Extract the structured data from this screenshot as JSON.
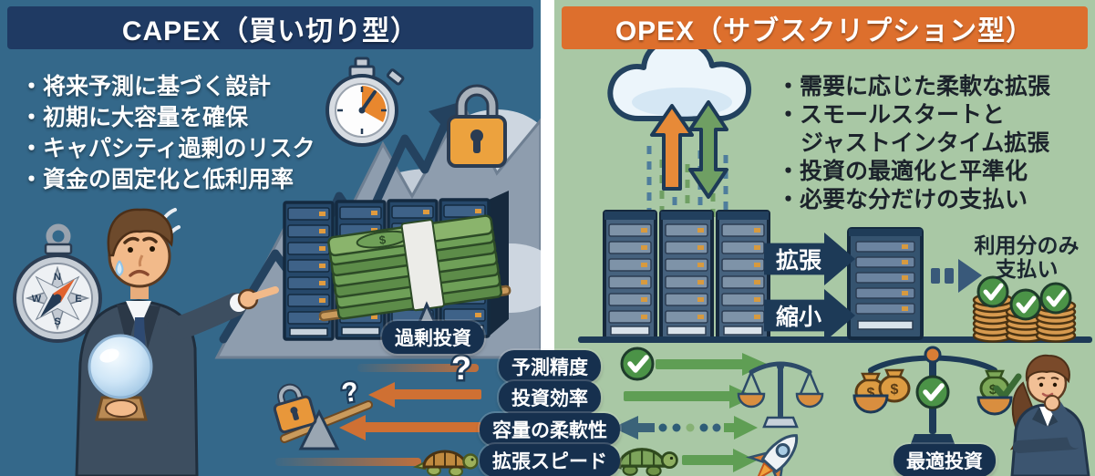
{
  "capex_panel": {
    "title": "CAPEX（買い切り型）",
    "bullets": [
      "・将来予測に基づく設計",
      "・初期に大容量を確保",
      "・キャパシティ過剰のリスク",
      "・資金の固定化と低利用率"
    ],
    "badge": "過剰投資",
    "colors": {
      "background": "#34688a",
      "header": "#1f3a63",
      "text": "#ffffff"
    },
    "icon_names": [
      "compass-icon",
      "stopwatch-icon",
      "lock-icon",
      "growth-arrow-icon",
      "mountain-icon",
      "server-racks-icon",
      "cash-stack-icon",
      "seesaw-icon",
      "crystal-ball-icon",
      "worried-businessman-icon"
    ]
  },
  "opex_panel": {
    "title": "OPEX（サブスクリプション型）",
    "bullets": [
      "・需要に応じた柔軟な拡張",
      "・スモールスタートと",
      "ジャストインタイム拡張",
      "・投資の最適化と平準化",
      "・必要な分だけの支払い"
    ],
    "scale_up_label": "拡張",
    "scale_down_label": "縮小",
    "payment_label": "利用分のみ\n支払い",
    "badge": "最適投資",
    "colors": {
      "background": "#a9c8a5",
      "header": "#dd6f2d",
      "text": "#1c232b"
    },
    "icon_names": [
      "cloud-icon",
      "up-arrow-icon",
      "up-down-arrow-icon",
      "server-racks-icon",
      "server-icon",
      "dashed-arrow-icon",
      "coin-stacks-check-icon",
      "balance-scale-icon",
      "money-bags-scale-icon",
      "turtle-icon",
      "rocket-icon",
      "thinking-businesswoman-icon"
    ]
  },
  "comparison": {
    "rows": [
      {
        "label": "予測精度",
        "capex_indicator": "question-mark",
        "opex_indicator": "check-and-arrow-right"
      },
      {
        "label": "投資効率",
        "capex_indicator": "arrow-left",
        "opex_indicator": "arrow-right"
      },
      {
        "label": "容量の柔軟性",
        "capex_indicator": "arrow-left",
        "opex_indicator": "arrow-left-dots-arrow-right"
      },
      {
        "label": "拡張スピード",
        "capex_indicator": "turtle",
        "opex_indicator": "turtle-arrow-rocket"
      }
    ]
  },
  "icons": {
    "question_mark": "?",
    "dollar_sign": "$",
    "compass_n": "N",
    "compass_w": "W",
    "compass_s": "S",
    "compass_e": "E"
  },
  "accent_colors": {
    "capex_arrow": "#cf7033",
    "opex_arrow": "#5f9e54",
    "pill": "#16304e",
    "check_green": "#4b9347",
    "coin_orange": "#d79a4f"
  }
}
